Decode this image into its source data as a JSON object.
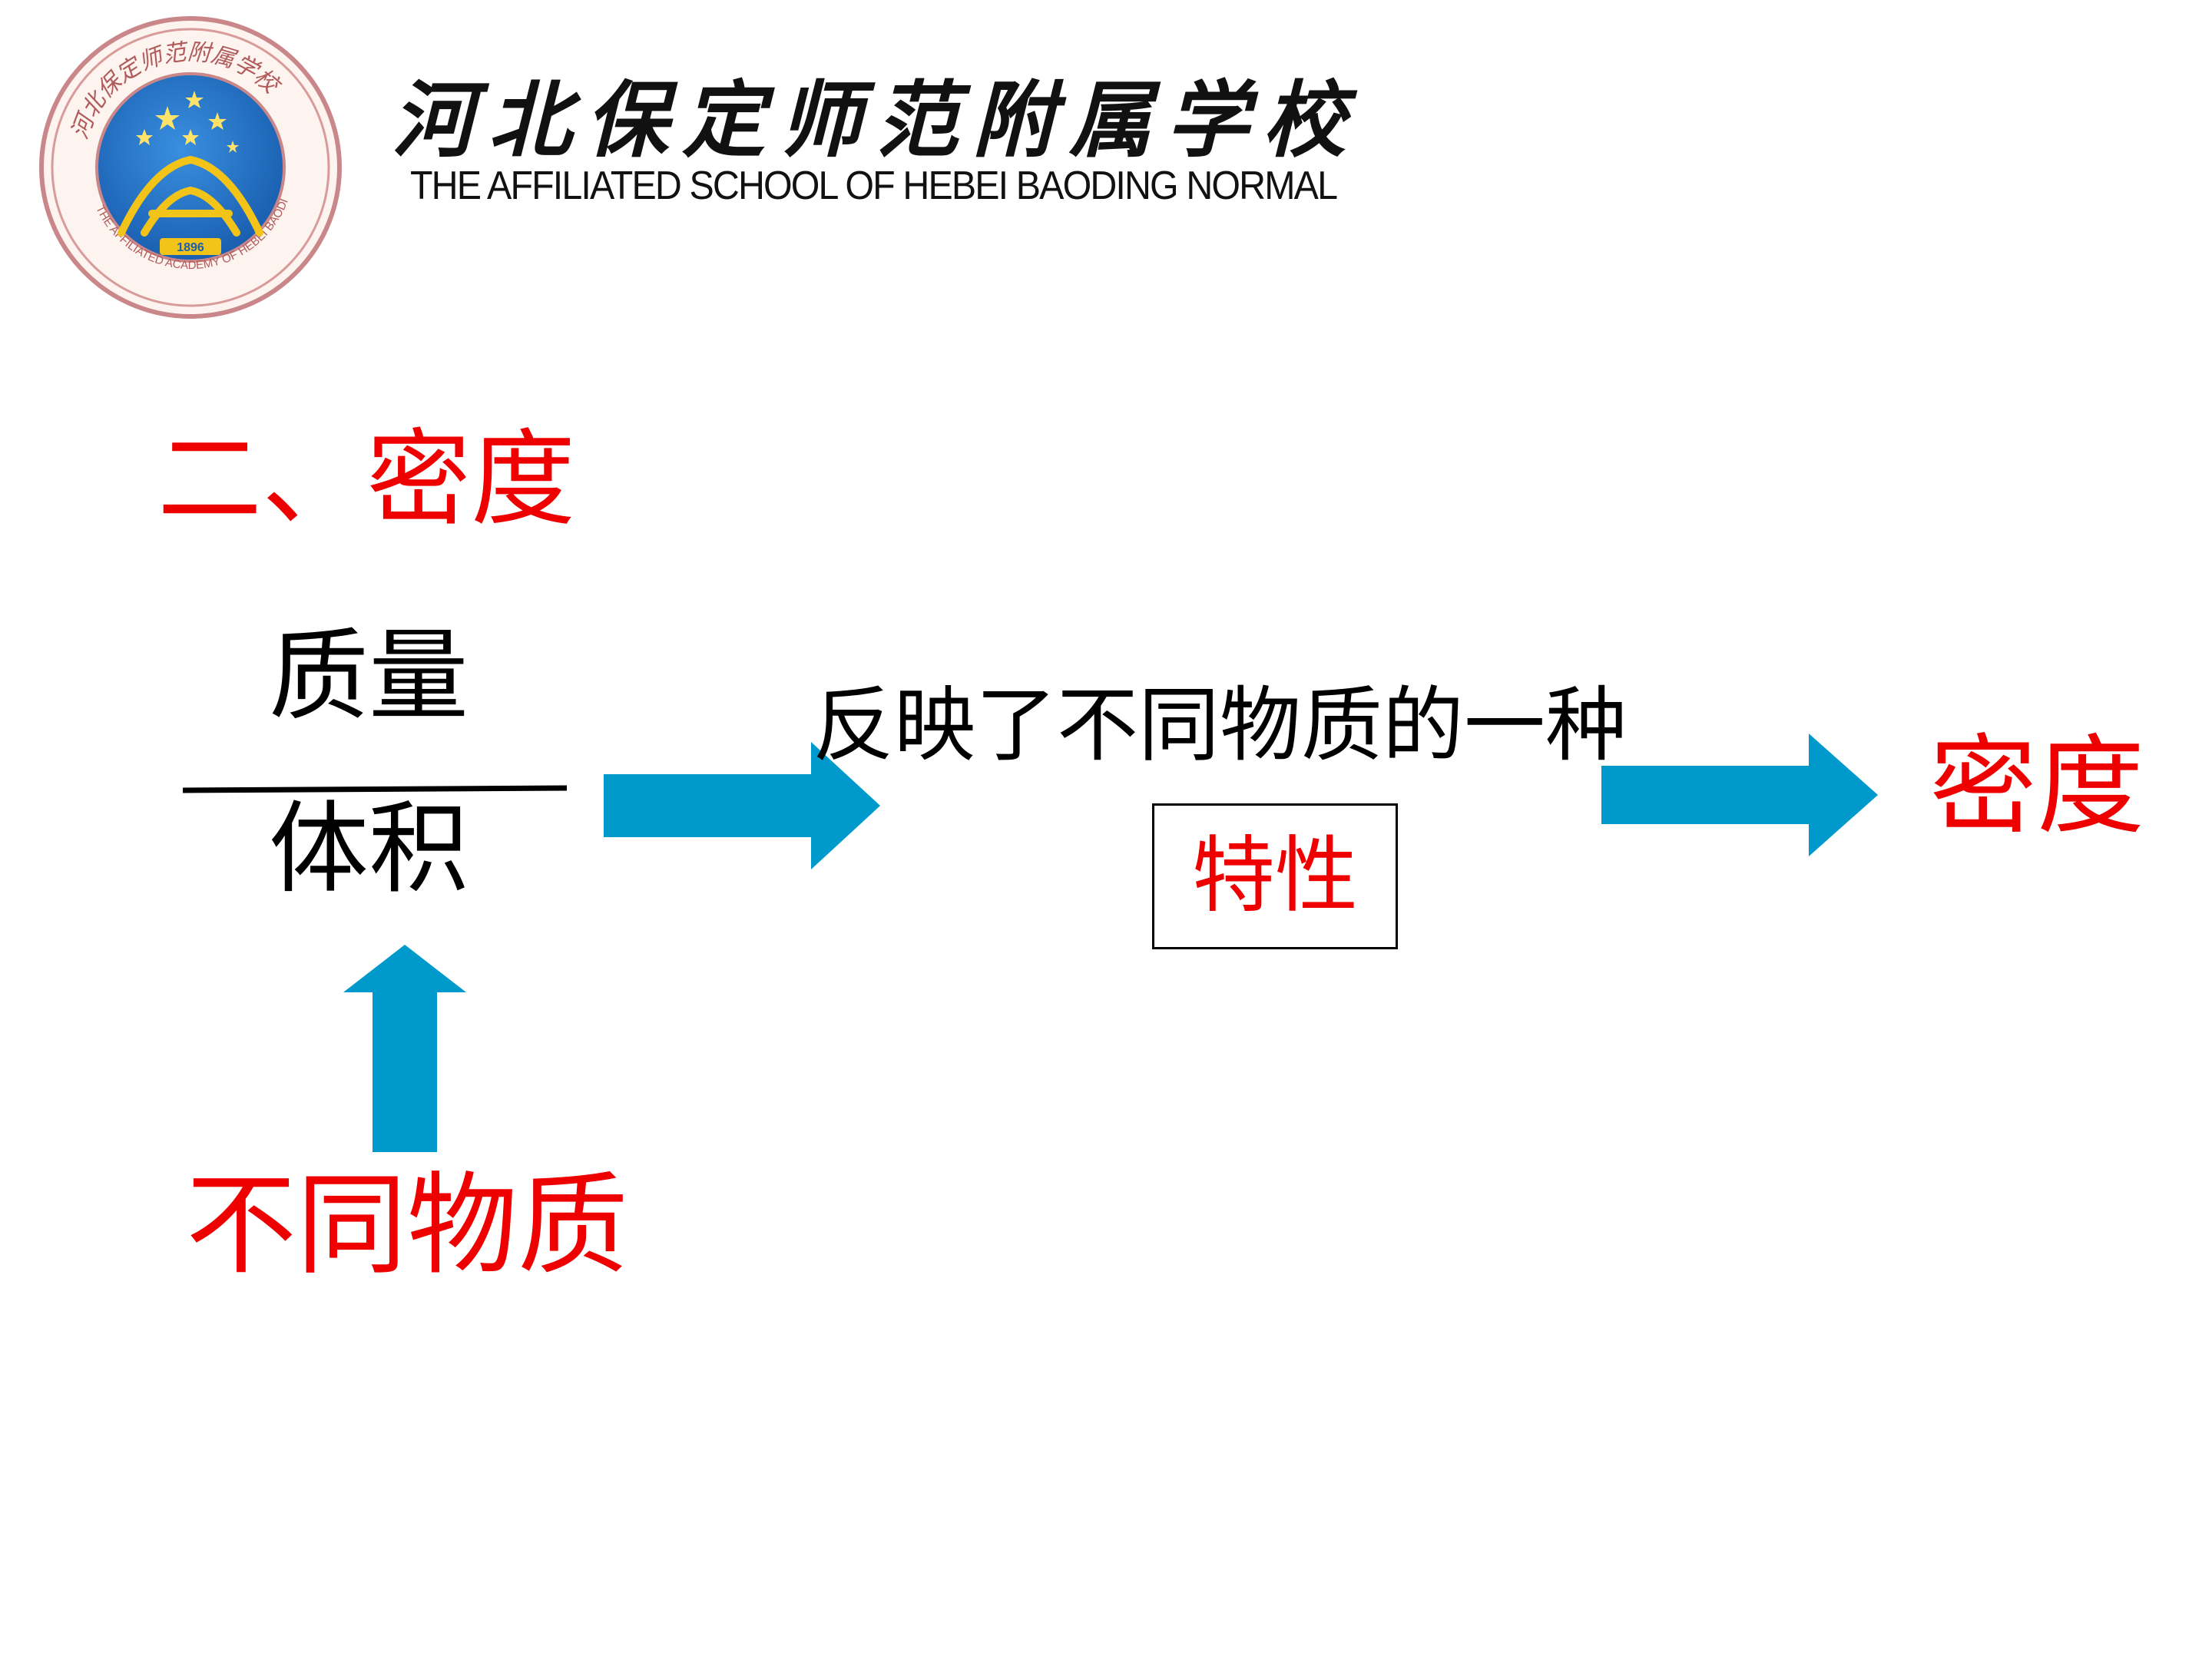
{
  "header": {
    "school_name_cn": "河北保定师范附属学校",
    "school_name_en": "THE AFFILIATED SCHOOL OF HEBEI BAODING NORMAL",
    "logo": {
      "icon": "school-emblem-icon",
      "ring_text": "河北保定师范附属学校",
      "bottom_text": "THE AFFILIATED ACADEMY OF HEBEI BAODING NORMAL",
      "year": "1896"
    }
  },
  "main": {
    "section_title": "二、密度",
    "fraction": {
      "numerator": "质量",
      "denominator": "体积"
    },
    "up_arrow_label": "不同物质",
    "reflects_text": "反映了不同物质的一种",
    "property_text": "特性",
    "result_label": "密度"
  },
  "colors": {
    "accent_red": "#ee0000",
    "arrow_blue": "#0099cc",
    "text_black": "#000000",
    "logo_blue": "#1f6fc4",
    "logo_ring": "#c9878a",
    "logo_gold": "#f2c318"
  },
  "icons": {
    "arrow_1": "arrow-right-icon",
    "arrow_2": "arrow-right-icon",
    "arrow_3": "arrow-up-icon"
  }
}
